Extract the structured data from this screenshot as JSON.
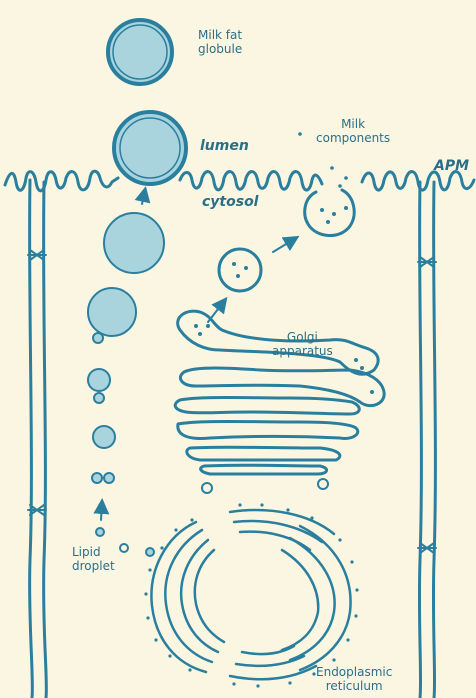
{
  "colors": {
    "background": "#fbf6e2",
    "stroke": "#2a7f9f",
    "fill": "#a9d4de",
    "text": "#2a6f88"
  },
  "labels": {
    "milk_fat_globule": "Milk fat\nglobule",
    "lumen": "lumen",
    "milk_components": "Milk\ncomponents",
    "apm": "APM",
    "cytosol": "cytosol",
    "golgi_apparatus": "Golgi\napparatus",
    "lipid_droplet": "Lipid\ndroplet",
    "endoplasmic_reticulum": "Endoplasmic\nreticulum"
  }
}
